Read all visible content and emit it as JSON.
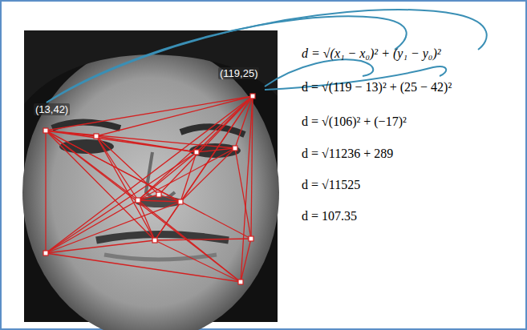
{
  "diagram": {
    "labels": [
      "(119,25)",
      "(13,42)",
      "d = √(x₁ − x₀)² + (y₁ − y₀)²",
      "d = √(119 − 13)² + (25 − 42)²",
      "d = √(106)² + (−17)²",
      "d = √11236 + 289",
      "d = √11525",
      "d = 107.35"
    ]
  }
}
